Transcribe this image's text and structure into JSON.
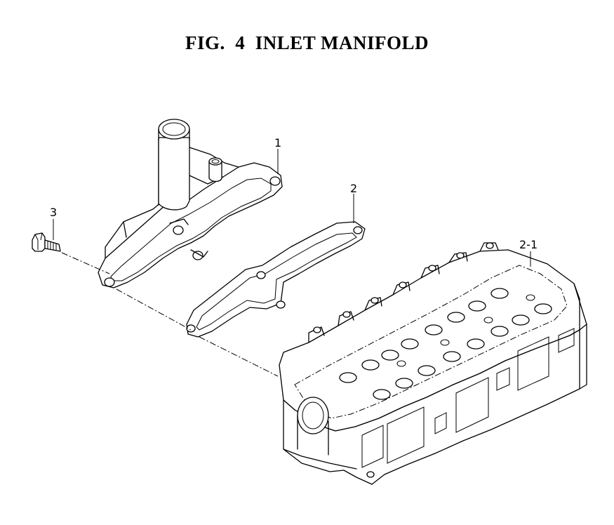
{
  "figure": {
    "title": "FIG.  4  INLET MANIFOLD"
  },
  "callouts": [
    {
      "id": "1",
      "part": "inlet manifold"
    },
    {
      "id": "2",
      "part": "gasket"
    },
    {
      "id": "3",
      "part": "bolt"
    },
    {
      "id": "2-1",
      "part": "cylinder head"
    }
  ]
}
